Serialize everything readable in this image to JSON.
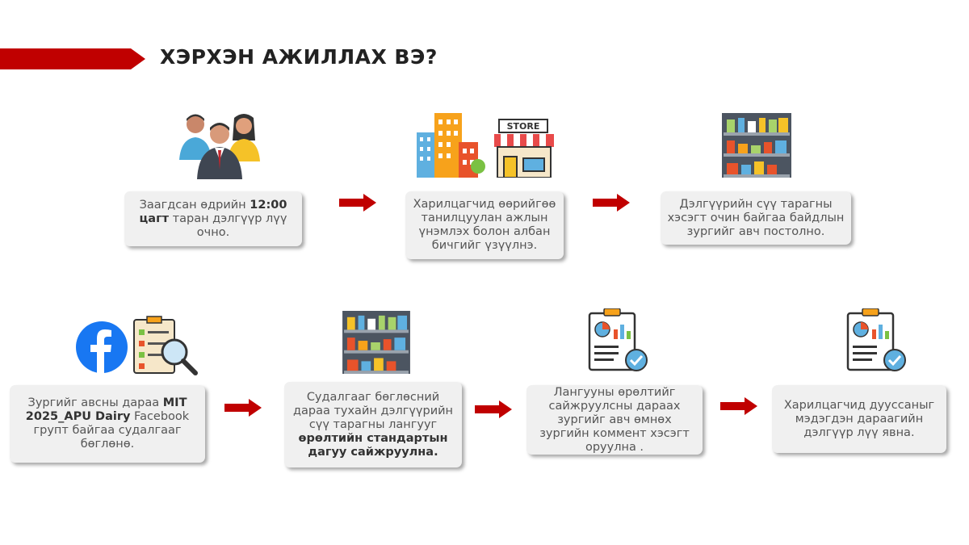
{
  "title": "ХЭРХЭН АЖИЛЛАХ ВЭ?",
  "steps": [
    {
      "pre": "Заагдсан өдрийн ",
      "bold": "12:00 цагт",
      "post": " таран дэлгүүр лүү очно."
    },
    {
      "text": "Харилцагчид өөрийгөө танилцуулан ажлын үнэмлэх болон албан бичгийг үзүүлнэ."
    },
    {
      "text": "Дэлгүүрийн сүү тарагны хэсэгт очин байгаа байдлын зургийг авч постолно."
    },
    {
      "pre": "Зургийг авсны дараа ",
      "bold": "MIT 2025_APU Dairy",
      "post": " Facebook групт байгаа судалгааг бөглөнө."
    },
    {
      "pre": "Судалгааг бөглөсний дараа тухайн дэлгүүрийн сүү тарагны лангууг ",
      "bold": "өрөлтийн стандартын дагуу сайжруулна.",
      "post": ""
    },
    {
      "text": "Лангууны өрөлтийг сайжруулсны дараах зургийг авч өмнөх зургийн коммент хэсэгт оруулна ."
    },
    {
      "text": "Харилцагчид дууссаныг мэдэгдэн дараагийн дэлгүүр лүү явна."
    }
  ],
  "store_sign": "STORE",
  "icons": [
    "people-icon",
    "city-store-icon",
    "shelf-icon",
    "facebook-icon",
    "checklist-search-icon",
    "shelf-icon",
    "report-icon",
    "report-icon"
  ],
  "colors": {
    "accent": "#c00000",
    "box": "#f0f0f0"
  }
}
